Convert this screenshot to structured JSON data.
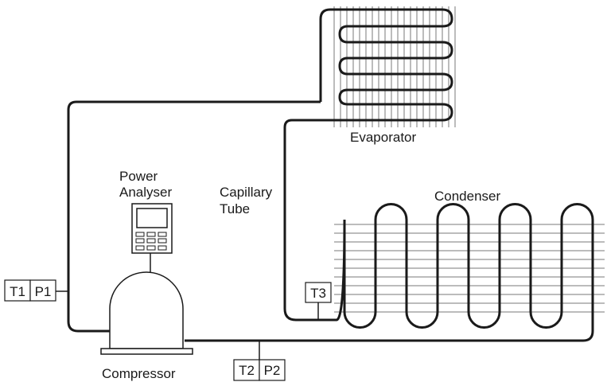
{
  "labels": {
    "evaporator": "Evaporator",
    "condenser": "Condenser",
    "capillary_line1": "Capillary",
    "capillary_line2": "Tube",
    "power_line1": "Power",
    "power_line2": "Analyser",
    "compressor": "Compressor"
  },
  "sensors": {
    "t1": "T1",
    "p1": "P1",
    "t2": "T2",
    "p2": "P2",
    "t3": "T3"
  },
  "colors": {
    "line": "#1a1a1a",
    "fin": "#7a7a7a",
    "background": "#ffffff"
  }
}
